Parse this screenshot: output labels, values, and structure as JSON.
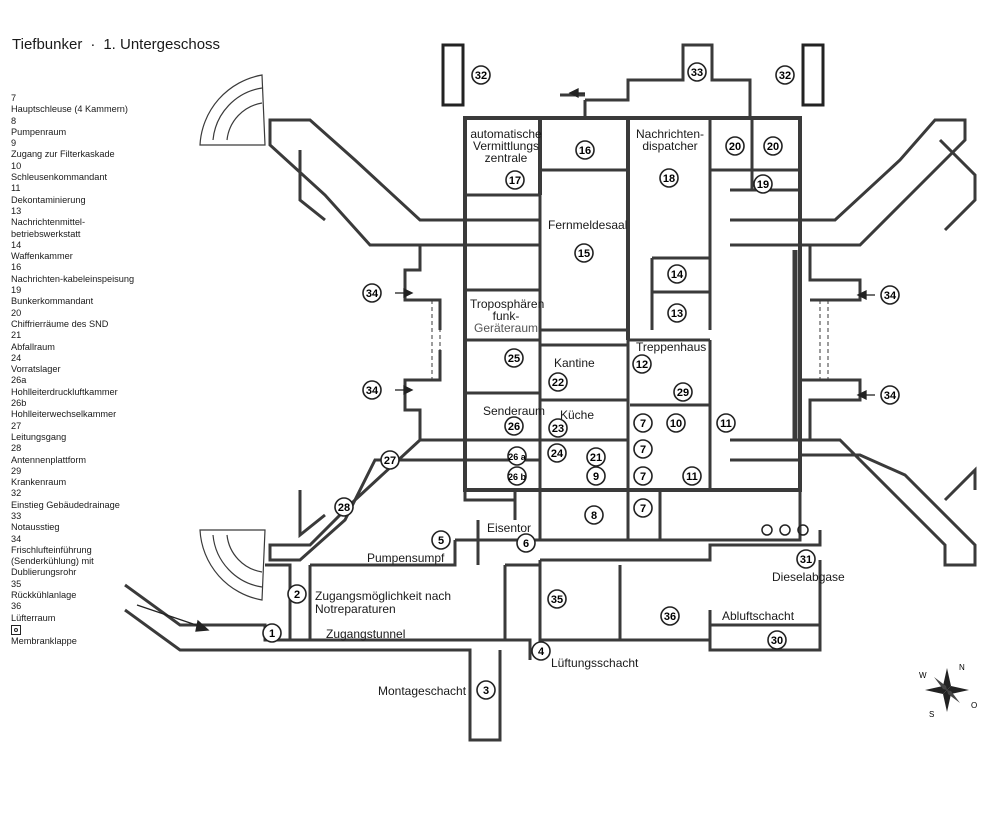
{
  "title": {
    "main": "Tiefbunker",
    "separator": "·",
    "sub": "1. Untergeschoss"
  },
  "legend": [
    {
      "n": "7",
      "t": "Hauptschleuse (4 Kammern)"
    },
    {
      "n": "8",
      "t": "Pumpenraum"
    },
    {
      "n": "9",
      "t": "Zugang zur Filterkaskade"
    },
    {
      "n": "10",
      "t": "Schleusenkommandant"
    },
    {
      "n": "11",
      "t": "Dekontaminierung"
    },
    {
      "n": "13",
      "t": "Nachrichtenmittel-betriebswerkstatt"
    },
    {
      "n": "14",
      "t": "Waffenkammer"
    },
    {
      "n": "16",
      "t": "Nachrichten-kabeleinspeisung"
    },
    {
      "n": "19",
      "t": "Bunkerkommandant"
    },
    {
      "n": "20",
      "t": "Chiffrierräume des SND"
    },
    {
      "n": "21",
      "t": "Abfallraum"
    },
    {
      "n": "24",
      "t": "Vorratslager"
    },
    {
      "n": "26a",
      "t": "Hohlleiterdruckluftkammer"
    },
    {
      "n": "26b",
      "t": "Hohlleiterwechselkammer"
    },
    {
      "n": "27",
      "t": "Leitungsgang"
    },
    {
      "n": "28",
      "t": "Antennenplattform"
    },
    {
      "n": "29",
      "t": "Krankenraum"
    },
    {
      "n": "32",
      "t": "Einstieg Gebäudedrainage"
    },
    {
      "n": "33",
      "t": "Notausstieg"
    },
    {
      "n": "34",
      "t": "Frischlufteinführung (Senderkühlung) mit Dublierungsrohr"
    },
    {
      "n": "35",
      "t": "Rückkühlanlage"
    },
    {
      "n": "36",
      "t": "Lüfterraum"
    }
  ],
  "legend_icon_label": "Membranklappe",
  "rooms": {
    "r17": "automatische Vermittlungszentrale",
    "r16": "",
    "r18": "Nachrichten-dispatcher",
    "r15": "Fernmeldesaal",
    "r25": "Troposphärenfunk-Geräteraum",
    "r26": "Senderaum",
    "r22": "Kantine",
    "r23": "Küche",
    "r12": "Treppenhaus",
    "eisentor": "Eisentor",
    "pumpensumpf": "Pumpensumpf",
    "zugang": "Zugangsmöglichkeit nach Notreparaturen",
    "tunnel": "Zugangstunnel",
    "montage": "Montageschacht",
    "lueftung": "Lüftungsschacht",
    "abluft": "Abluftschacht",
    "diesel": "Dieselabgase"
  },
  "room_lines": {
    "r17": [
      "automatische",
      "Vermittlungs",
      "zentrale"
    ],
    "r18": [
      "Nachrichten-",
      "dispatcher"
    ],
    "r25": [
      "Troposphären",
      "funk-",
      "Geräteraum"
    ],
    "zugang": [
      "Zugangsmöglichkeit nach",
      "Notreparaturen"
    ]
  },
  "compass": {
    "n": "N",
    "w": "W",
    "s": "S",
    "o": "O"
  }
}
